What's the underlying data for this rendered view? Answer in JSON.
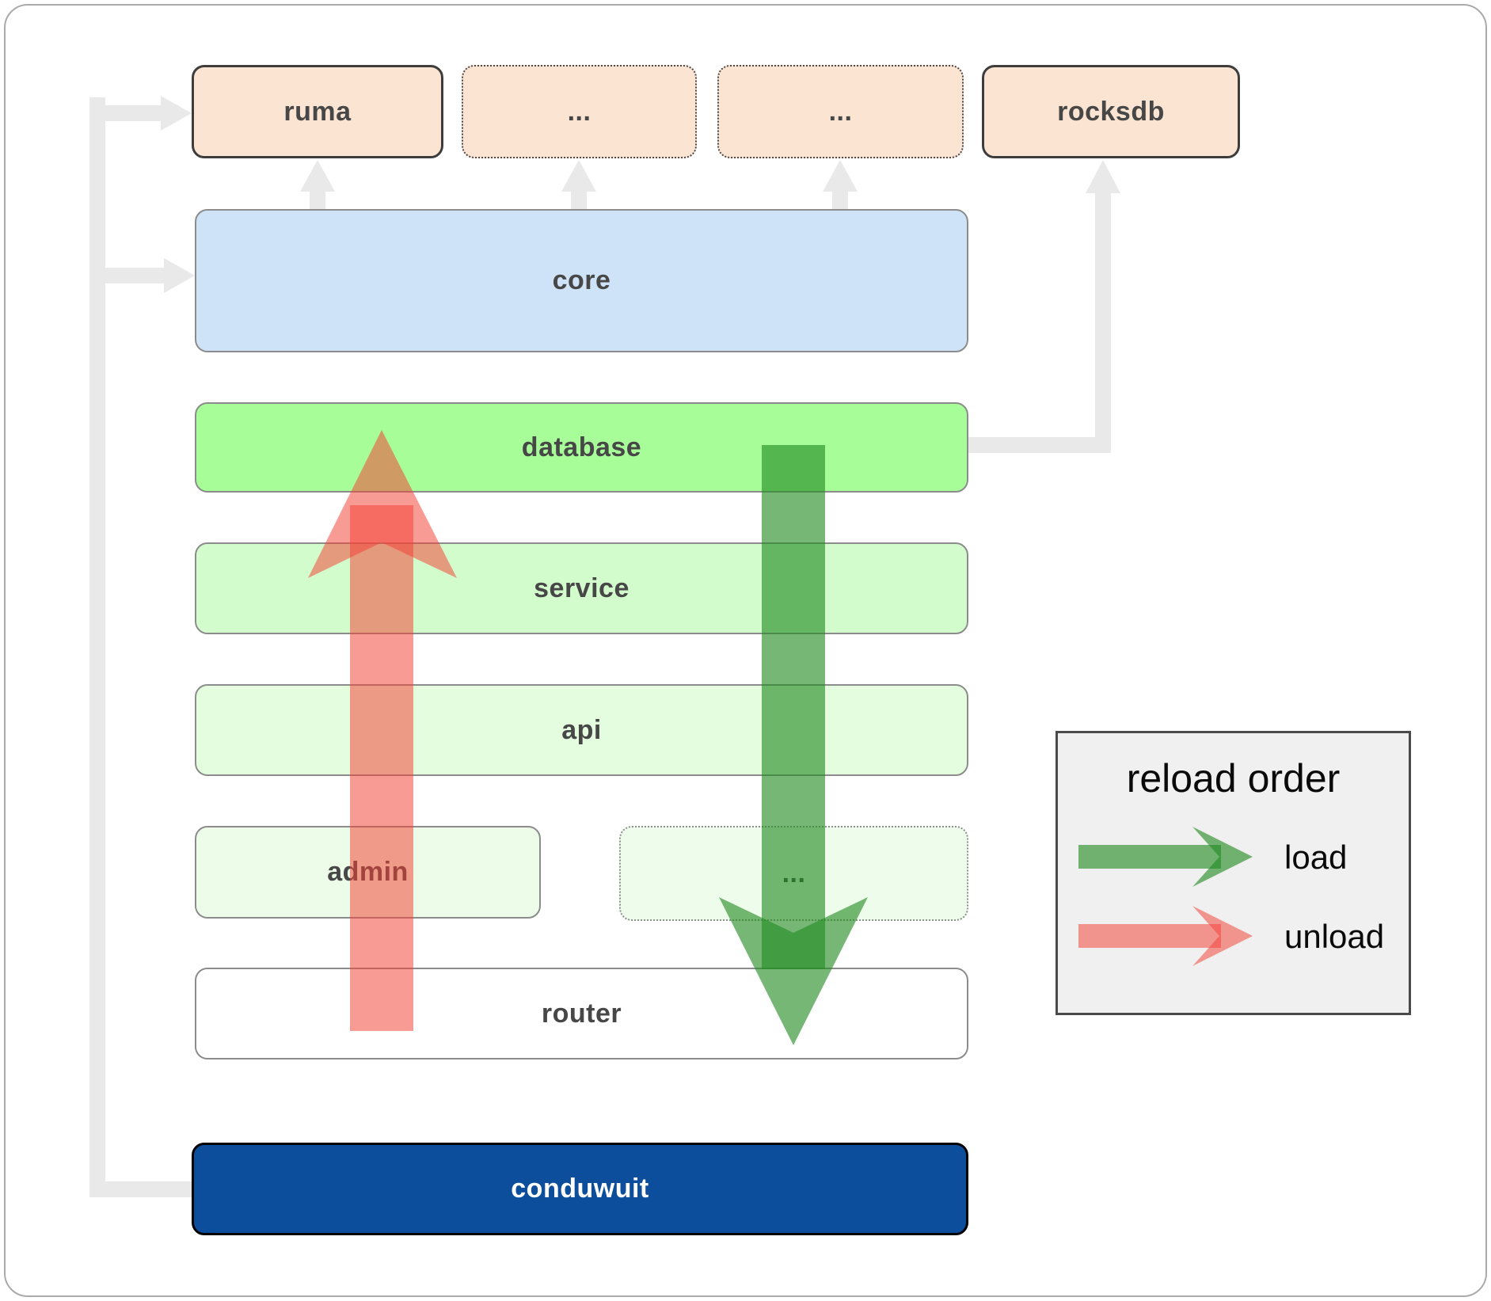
{
  "diagram": {
    "title": "conduwuit component reload order diagram",
    "nodes": {
      "ruma": {
        "label": "ruma",
        "type": "dependency",
        "border": "solid"
      },
      "deps_more_1": {
        "label": "...",
        "type": "dependency",
        "border": "dotted"
      },
      "deps_more_2": {
        "label": "...",
        "type": "dependency",
        "border": "dotted"
      },
      "rocksdb": {
        "label": "rocksdb",
        "type": "dependency",
        "border": "solid"
      },
      "core": {
        "label": "core"
      },
      "database": {
        "label": "database"
      },
      "service": {
        "label": "service"
      },
      "api": {
        "label": "api"
      },
      "admin": {
        "label": "admin"
      },
      "services_more": {
        "label": "...",
        "border": "dotted"
      },
      "router": {
        "label": "router"
      },
      "conduwuit": {
        "label": "conduwuit"
      }
    },
    "edges": [
      {
        "from": "conduwuit",
        "to": "ruma"
      },
      {
        "from": "conduwuit",
        "to": "core"
      },
      {
        "from": "core",
        "to": "ruma"
      },
      {
        "from": "core",
        "to": "deps_more_1"
      },
      {
        "from": "core",
        "to": "deps_more_2"
      },
      {
        "from": "database",
        "to": "rocksdb"
      }
    ],
    "flows": [
      {
        "name": "load",
        "direction": "down",
        "from": "database",
        "to": "router",
        "color": "#228b22"
      },
      {
        "name": "unload",
        "direction": "up",
        "from": "router",
        "to": "database",
        "color": "#f44336"
      }
    ]
  },
  "legend": {
    "title": "reload order",
    "items": [
      {
        "label": "load",
        "color": "#228b22"
      },
      {
        "label": "unload",
        "color": "#f44336"
      }
    ]
  },
  "colors": {
    "dependency_fill": "#fce4d3",
    "core_fill": "#cfe3f8",
    "database_fill": "#a7fd98",
    "service_fill": "#d3fccd",
    "api_fill": "#e3fdde",
    "admin_fill": "#ecfce8",
    "router_fill": "#ffffff",
    "conduwuit_fill": "#0d4e9c",
    "connector_gray": "#e9e9e9",
    "load_green": "#228b22",
    "unload_red": "#f44336",
    "legend_bg": "#f0f0f0"
  }
}
